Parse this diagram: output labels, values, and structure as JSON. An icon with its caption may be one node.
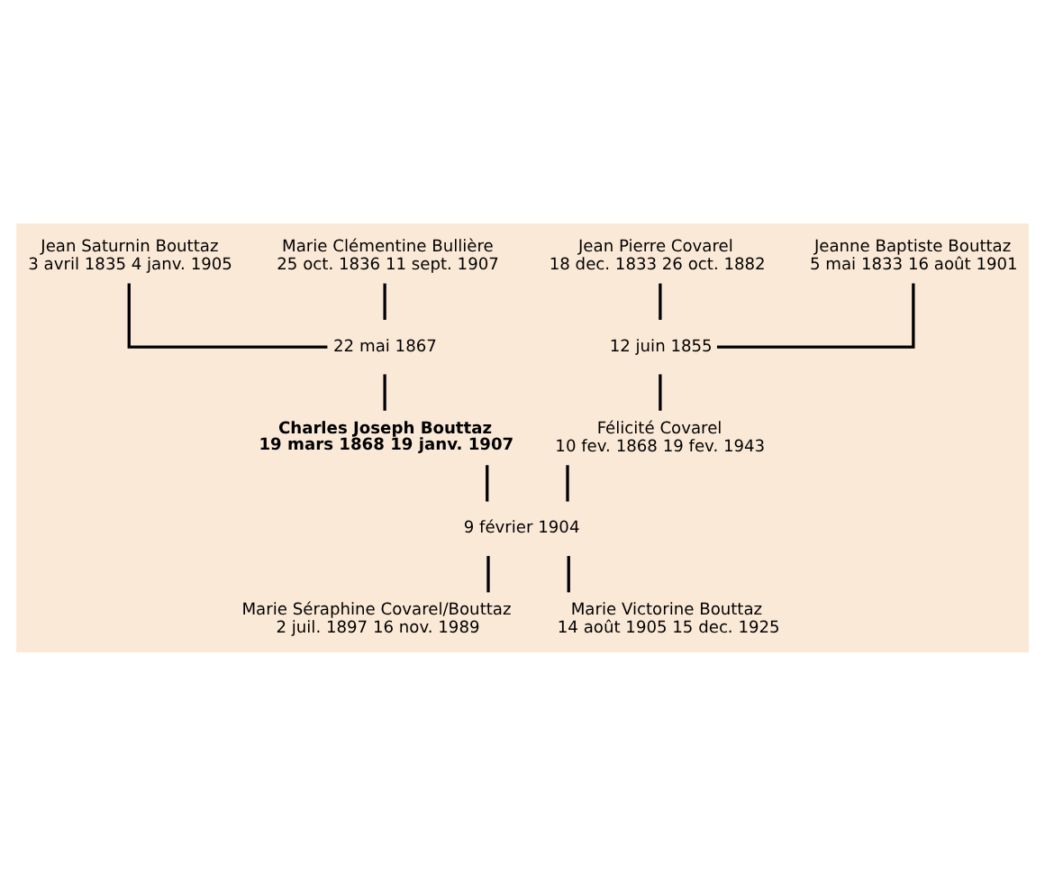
{
  "diagram": {
    "nodes": [
      {
        "text": [
          "Jean Saturnin Bouttaz",
          "3 avril 1835 4 janv. 1905"
        ]
      },
      {
        "text": [
          "Marie Clémentine Bullière",
          "25 oct. 1836 11 sept. 1907"
        ]
      },
      {
        "text": [
          "Jean Pierre Covarel",
          "18 dec. 1833 26 oct. 1882"
        ]
      },
      {
        "text": [
          "Jeanne Baptiste Bouttaz",
          "5 mai 1833 16 août 1901"
        ]
      },
      {
        "text": [
          "22 mai 1867"
        ]
      },
      {
        "text": [
          "12 juin 1855"
        ]
      },
      {
        "text": [
          "Charles Joseph Bouttaz",
          "19 mars 1868 19 janv. 1907"
        ]
      },
      {
        "text": [
          "Félicité Covarel",
          "10 fev. 1868 19 fev. 1943"
        ]
      },
      {
        "text": [
          "9 février 1904"
        ]
      },
      {
        "text": [
          "Marie Séraphine Covarel/Bouttaz",
          "2 juil. 1897 16 nov. 1989"
        ]
      },
      {
        "text": [
          "Marie Victorine Bouttaz",
          "14 août 1905 15 dec. 1925"
        ]
      }
    ],
    "edges": [
      {
        "from": 0,
        "to": 4,
        "arrow": "none"
      },
      {
        "from": 1,
        "to": 4,
        "arrow": "none"
      },
      {
        "from": 4,
        "to": 6,
        "arrow": "none"
      },
      {
        "from": 2,
        "to": 5,
        "arrow": "none"
      },
      {
        "from": 3,
        "to": 5,
        "arrow": "none"
      },
      {
        "from": 5,
        "to": 7,
        "arrow": "none"
      },
      {
        "from": 6,
        "to": 8,
        "arrow": "none"
      },
      {
        "from": 7,
        "to": 8,
        "arrow": "none"
      },
      {
        "from": 8,
        "to": 9,
        "arrow": "none"
      },
      {
        "from": 8,
        "to": 10,
        "arrow": "none"
      }
    ]
  }
}
